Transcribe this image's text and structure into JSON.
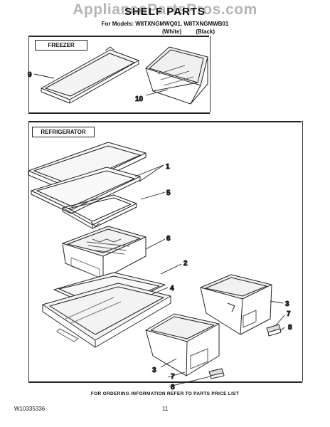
{
  "watermark": "AppliancePartsPros.com",
  "header": {
    "title": "SHELF PARTS",
    "models": "For Models: W8TXNGMWQ01, W8TXNGMWB01",
    "variant_white": "(White)",
    "variant_black": "(Black)"
  },
  "sections": {
    "freezer_label": "FREEZER",
    "refrigerator_label": "REFRIGERATOR"
  },
  "callouts": {
    "c9": "9",
    "c10": "10",
    "c1": "1",
    "c5": "5",
    "c6": "6",
    "c2": "2",
    "c4": "4",
    "c3a": "3",
    "c7a": "7",
    "c8a": "8",
    "c3b": "3",
    "c7b": "7",
    "c8b": "8"
  },
  "footer": {
    "note": "FOR ORDERING INFORMATION REFER TO PARTS PRICE LIST",
    "doc_id": "W10335336",
    "page": "11"
  }
}
